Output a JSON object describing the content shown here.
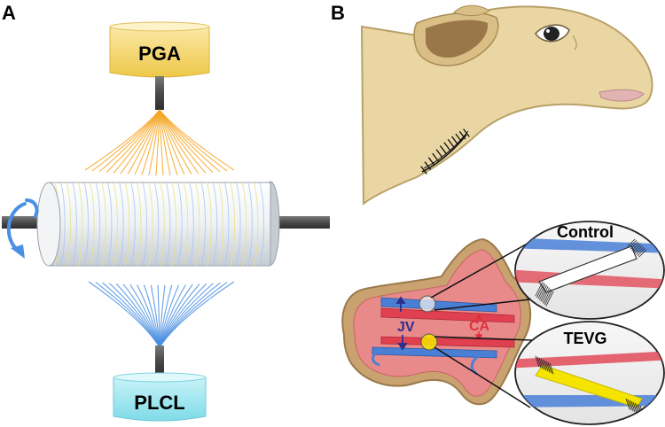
{
  "panel_a": {
    "label": "A",
    "top_source_label": "PGA",
    "bottom_source_label": "PLCL"
  },
  "panel_b": {
    "label": "B",
    "inset_top_label": "Control",
    "inset_bottom_label": "TEVG",
    "vessel_label_jv": "JV",
    "vessel_label_ca": "CA"
  },
  "colors": {
    "pga_box": "#f2cd52",
    "plcl_box": "#8fe3ee",
    "pga_fibers": "#f5a623",
    "plcl_fibers": "#4a8fe0",
    "rotation_arrow": "#4a90e2",
    "sheep_skin": "#e9d6a3",
    "sheep_outline": "#b9a069",
    "neck_tissue": "#e88a8a",
    "artery_red": "#e0404f",
    "vein_blue": "#4a7fd6",
    "graft_yellow": "#f5e400",
    "label_jv": "#2b2f8f",
    "label_ca": "#e0303a"
  }
}
